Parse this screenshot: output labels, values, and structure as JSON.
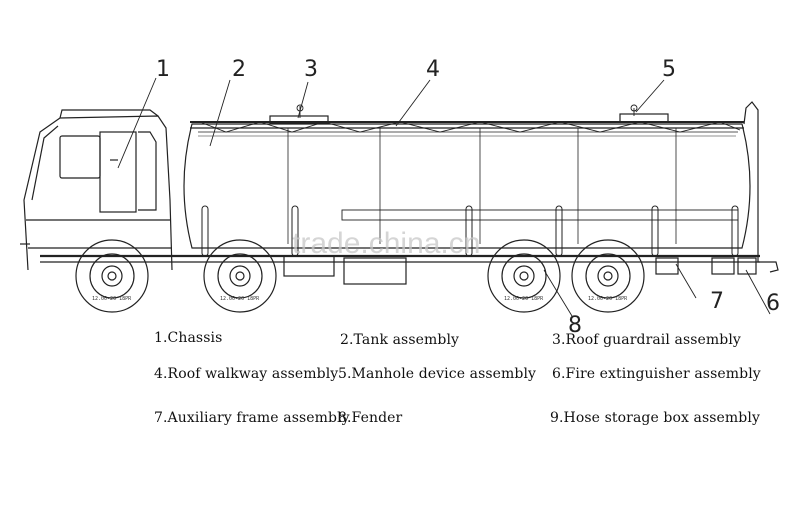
{
  "callouts": [
    "1",
    "2",
    "3",
    "4",
    "5",
    "6",
    "7",
    "8"
  ],
  "legend": [
    "1.Chassis",
    "2.Tank assembly",
    "3.Roof guardrail assembly",
    "4.Roof walkway assembly",
    "5.Manhole device assembly",
    "6.Fire extinguisher assembly",
    "7.Auxiliary frame assembly",
    "8.Fender",
    "9.Hose storage box assembly"
  ],
  "tire_marking": "12.00-20 18PR",
  "watermark": "trade.china.cn"
}
